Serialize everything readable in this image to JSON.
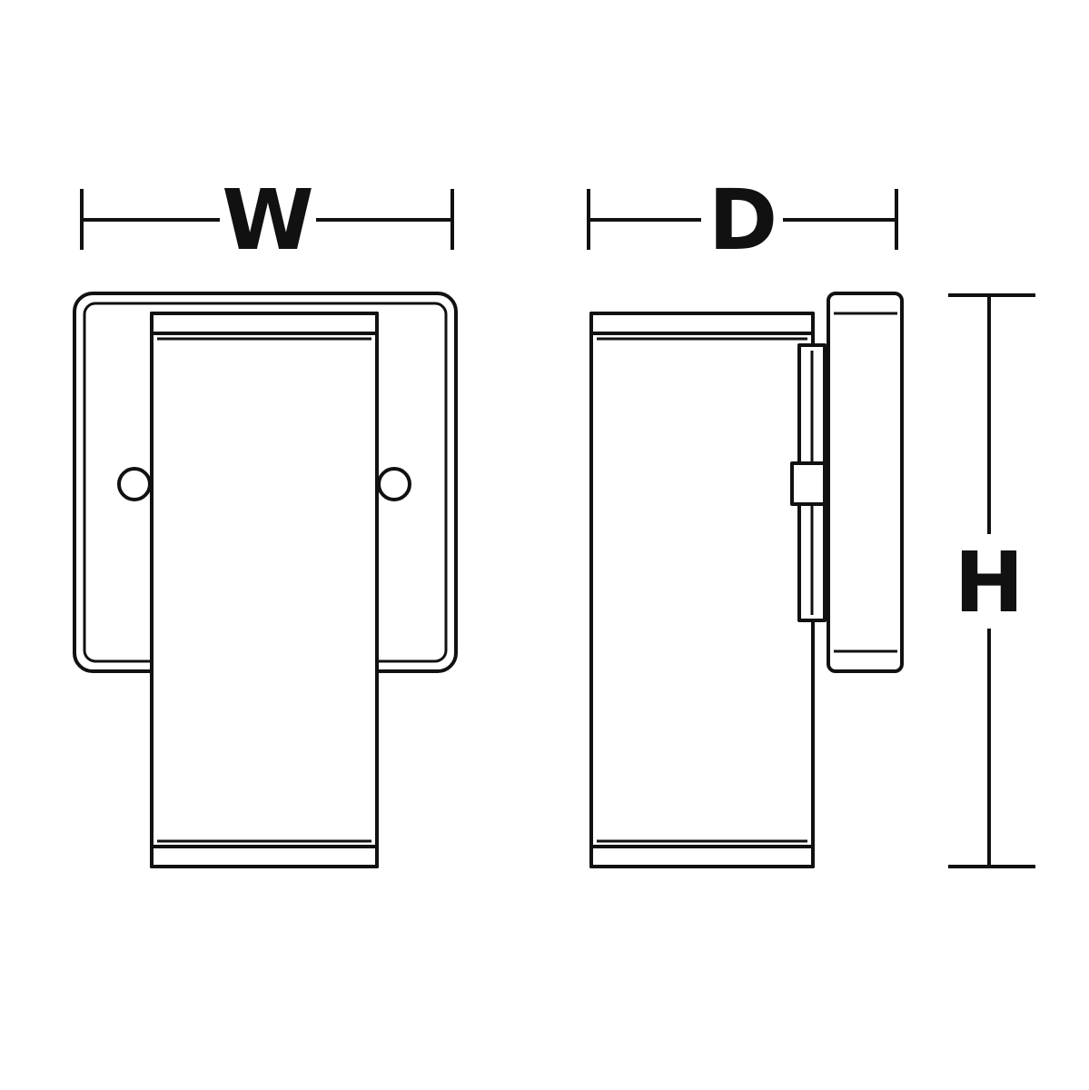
{
  "dimensions": {
    "width_label": "W",
    "depth_label": "D",
    "height_label": "H"
  },
  "colors": {
    "line": "#111111",
    "background": "#ffffff"
  }
}
